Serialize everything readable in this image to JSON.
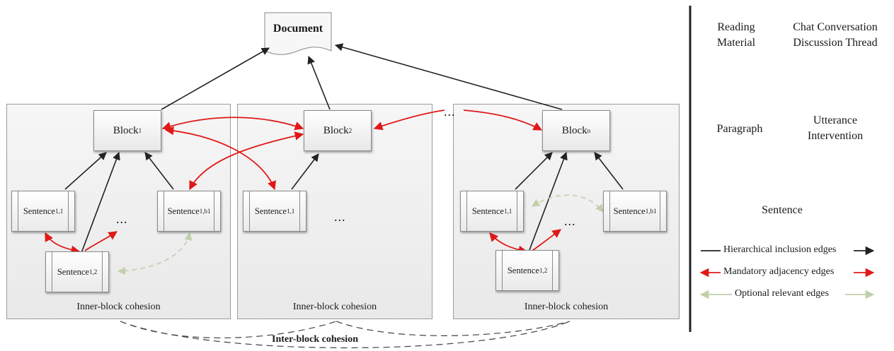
{
  "document": {
    "label": "Document"
  },
  "panels": [
    {
      "caption": "Inner-block cohesion"
    },
    {
      "caption": "Inner-block cohesion"
    },
    {
      "caption": "Inner-block cohesion"
    }
  ],
  "blocks": [
    {
      "base": "Block",
      "sub": "1"
    },
    {
      "base": "Block",
      "sub": "2"
    },
    {
      "base": "Block",
      "sub": "n"
    }
  ],
  "sentences": {
    "p1_s11": {
      "base": "Sentence",
      "sub": "1,1"
    },
    "p1_s1b1": {
      "base": "Sentence",
      "sub": "1,b1"
    },
    "p1_s12": {
      "base": "Sentence",
      "sub": "1,2"
    },
    "p2_s11": {
      "base": "Sentence",
      "sub": "1,1"
    },
    "p3_s11": {
      "base": "Sentence",
      "sub": "1,1"
    },
    "p3_s1b1": {
      "base": "Sentence",
      "sub": "1,b1"
    },
    "p3_s12": {
      "base": "Sentence",
      "sub": "1,2"
    }
  },
  "ellipsis": "...",
  "ellipsis_top": "...",
  "inter_block_label": "Inter-block cohesion",
  "right_labels": {
    "row1_col1": [
      "Reading",
      "Material"
    ],
    "row1_col2": [
      "Chat Conversation",
      "Discussion Thread"
    ],
    "row2_col1": "Paragraph",
    "row2_col2": [
      "Utterance",
      "Intervention"
    ],
    "row3": "Sentence"
  },
  "legend": [
    {
      "label": "Hierarchical inclusion edges",
      "color": "#222222",
      "style": "solid-forward"
    },
    {
      "label": "Mandatory adjacency edges",
      "color": "#e01818",
      "style": "solid-bidirectional"
    },
    {
      "label": "Optional relevant edges",
      "color": "#b9c8a0",
      "style": "solid-bidirectional"
    }
  ],
  "colors": {
    "hierarchical": "#222222",
    "mandatory": "#e01818",
    "optional": "#c2cfab",
    "inter_block": "#444444"
  }
}
